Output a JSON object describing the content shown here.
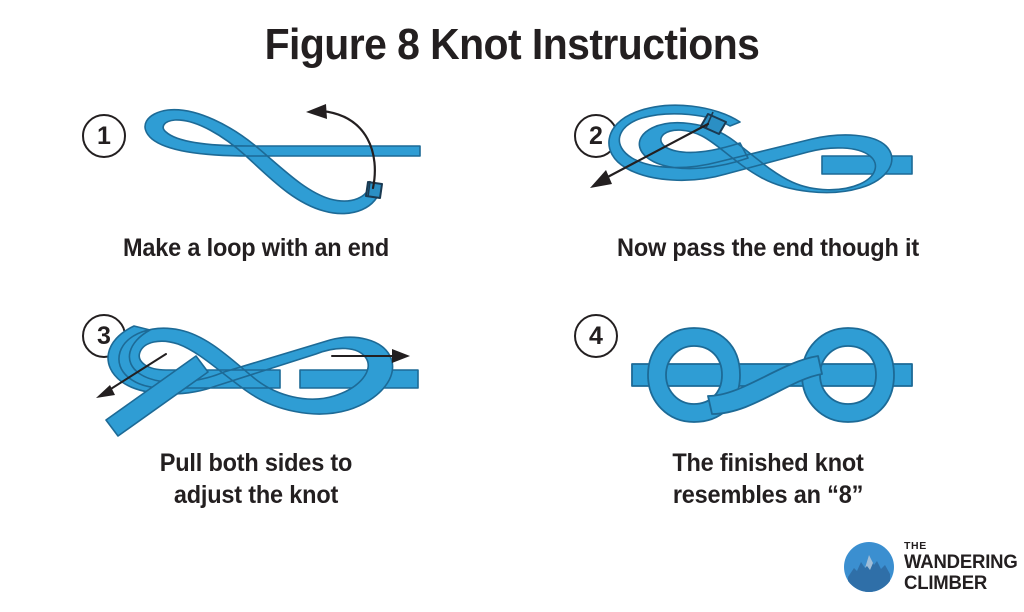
{
  "page": {
    "title": "Figure 8 Knot Instructions",
    "background_color": "#ffffff",
    "text_color": "#231f20"
  },
  "colors": {
    "rope_fill": "#2f9dd4",
    "rope_outline": "#1d6a96",
    "marker_fill": "#2b8fc4",
    "marker_outline": "#1a3a52",
    "arrow": "#231f20",
    "logo_blue": "#3b8fd0",
    "logo_mountain": "#2f6fa8",
    "logo_sky": "#ffffff",
    "title_black": "#231f20"
  },
  "steps": [
    {
      "number": "1",
      "caption_lines": [
        "Make a loop with an end"
      ],
      "arrow_type": "curved-arrow-left",
      "has_end_marker": true
    },
    {
      "number": "2",
      "caption_lines": [
        "Now pass the end though it"
      ],
      "arrow_type": "straight-arrow-down-left",
      "has_end_marker": true
    },
    {
      "number": "3",
      "caption_lines": [
        "Pull both sides to",
        "adjust the knot"
      ],
      "arrow_type": "two-opposing-pull-arrows",
      "has_end_marker": false
    },
    {
      "number": "4",
      "caption_lines": [
        "The finished knot",
        "resembles an “8”"
      ],
      "arrow_type": "none",
      "has_end_marker": false
    }
  ],
  "logo": {
    "line_the": "THE",
    "line_one": "WANDERING",
    "line_two": "CLIMBER",
    "mark": "mountain-circle-icon"
  }
}
